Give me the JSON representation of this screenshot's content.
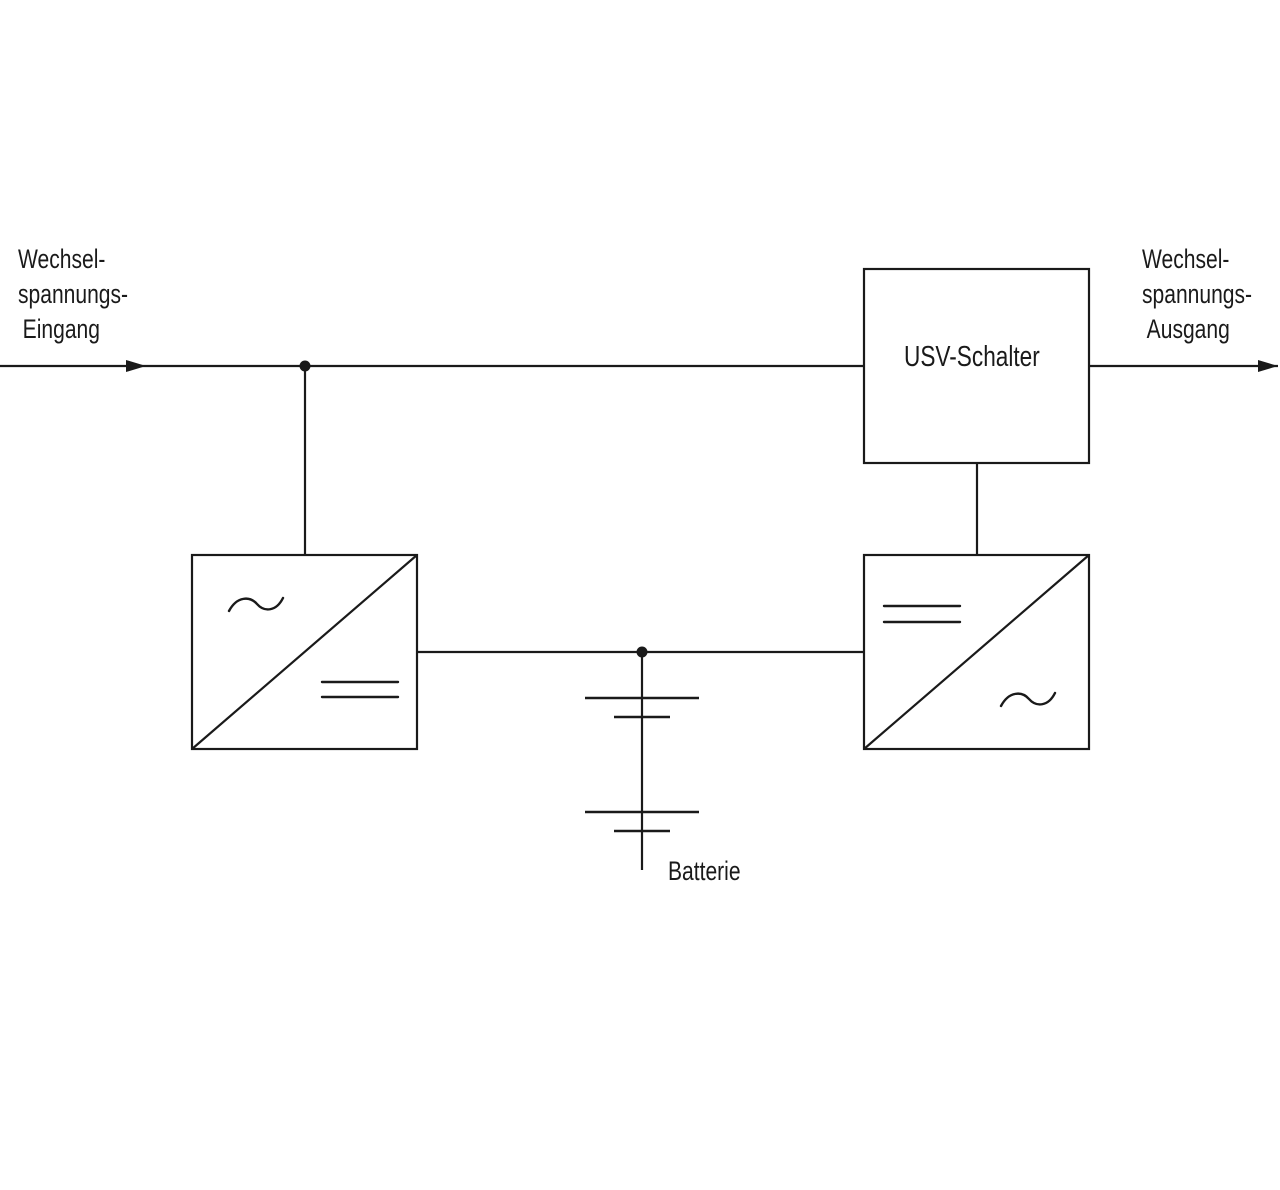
{
  "input": {
    "line1": "Wechsel-",
    "line2": "spannungs-",
    "line3": "Eingang"
  },
  "output": {
    "line1": "Wechsel-",
    "line2": "spannungs-",
    "line3": "Ausgang"
  },
  "switch": {
    "label": "USV-Schalter"
  },
  "battery": {
    "label": "Batterie"
  }
}
